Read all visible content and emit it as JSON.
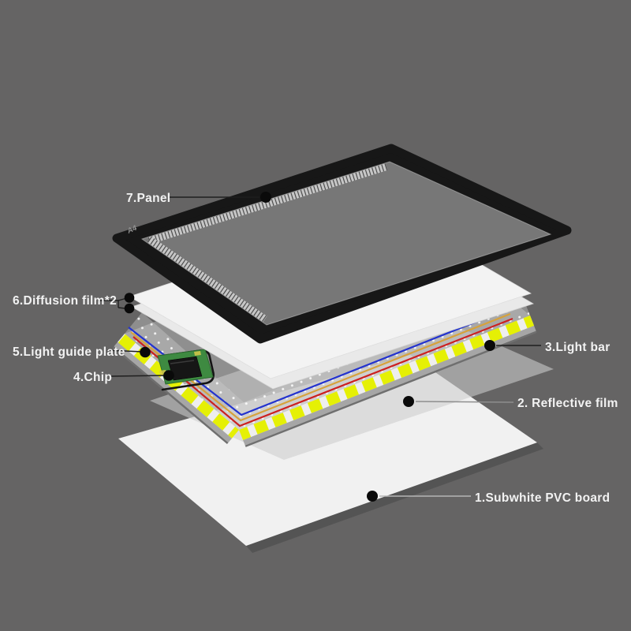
{
  "diagram": {
    "type": "exploded-view-product-diagram",
    "panel_logo": "A4",
    "labels": {
      "panel": "7.Panel",
      "diffusion_film": "6.Diffusion film*2",
      "light_guide_plate": "5.Light guide plate",
      "chip": "4.Chip",
      "light_bar": "3.Light bar",
      "reflective_film": "2. Reflective film",
      "pvc_board": "1.Subwhite PVC board"
    },
    "colors": {
      "background": "#656464",
      "panel_frame": "#171717",
      "panel_glass": "rgba(150,150,150,0.76)",
      "diffusion_film": "#f3f3f3",
      "led_yellow": "#e5f005",
      "strip_base": "#eeeeee",
      "wire_red": "#cc2020",
      "wire_orange": "#d6a23c",
      "wire_blue": "#2333cf",
      "chip_pcb": "#3e8a41",
      "chip_ic": "#161616",
      "reflective_film": "rgba(205,205,205,0.58)",
      "pvc_board": "#f1f1f1",
      "label_text": "#f2f2f2",
      "label_dot": "#0a0a0a"
    }
  }
}
